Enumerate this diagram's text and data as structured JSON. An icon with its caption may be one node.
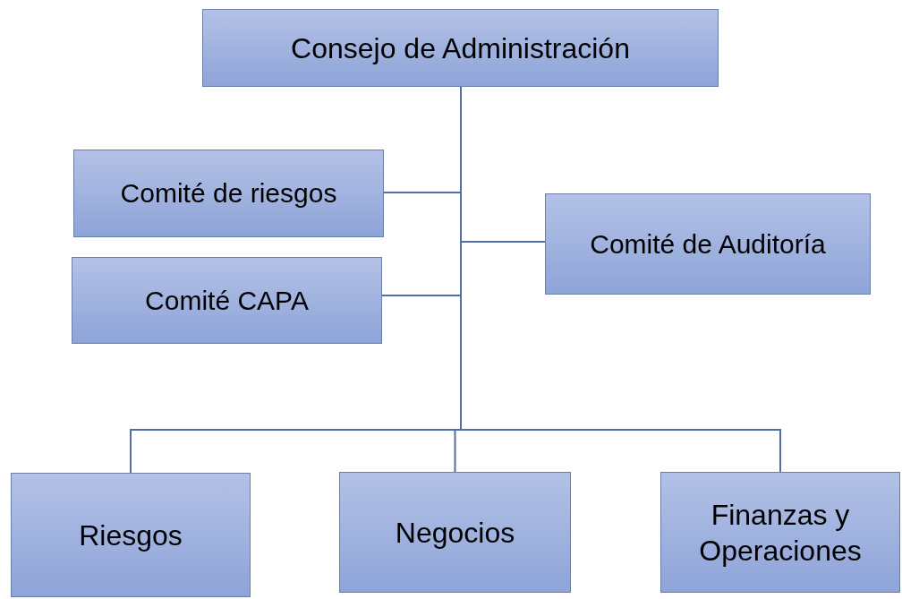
{
  "diagram": {
    "nodes": [
      {
        "text": [
          "Consejo de Administración"
        ]
      },
      {
        "text": [
          "Comité de riesgos"
        ]
      },
      {
        "text": [
          "Comité CAPA"
        ]
      },
      {
        "text": [
          "Comité de Auditoría"
        ]
      },
      {
        "text": [
          "Riesgos"
        ]
      },
      {
        "text": [
          "Negocios"
        ]
      },
      {
        "text": [
          "Finanzas y Operaciones"
        ]
      }
    ],
    "edges": [
      {
        "from": 0,
        "to": 1,
        "arrow": "none"
      },
      {
        "from": 0,
        "to": 2,
        "arrow": "none"
      },
      {
        "from": 0,
        "to": 3,
        "arrow": "none"
      },
      {
        "from": 0,
        "to": 4,
        "arrow": "none"
      },
      {
        "from": 0,
        "to": 5,
        "arrow": "none"
      },
      {
        "from": 0,
        "to": 6,
        "arrow": "none"
      }
    ]
  }
}
